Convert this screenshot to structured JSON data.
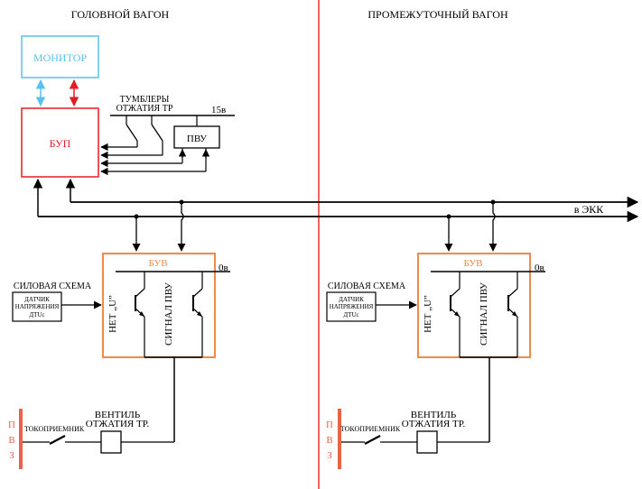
{
  "headers": {
    "lead": "ГОЛОВНОЙ ВАГОН",
    "middle": "ПРОМЕЖУТОЧНЫЙ ВАГОН"
  },
  "monitor": "МОНИТОР",
  "bup": "БУП",
  "switches_line1": "ТУМБЛЕРЫ",
  "switches_line2": "ОТЖАТИЯ ТР",
  "voltage_15": "15в",
  "pvu": "ПВУ",
  "ekk": "в ЭКК",
  "buv": "БУВ",
  "zero_v": "0в",
  "power_scheme": "СИЛОВАЯ СХЕМА",
  "sensor_line1": "ДАТЧИК",
  "sensor_line2": "НАПРЯЖЕНИЯ",
  "sensor_line3": "ДТUс",
  "no_u": "НЕТ „U”",
  "signal_pvu": "СИГНАЛ ПВУ",
  "valve_line1": "ВЕНТИЛЬ",
  "valve_line2": "ОТЖАТИЯ ТР.",
  "pantograph": "ТОКОПРИЕМНИК",
  "pvz": [
    "П",
    "В",
    "З"
  ],
  "colors": {
    "divider": "#e8322b",
    "monitor": "#5bc0eb",
    "bup": "#e31c23",
    "buv": "#f08a4b",
    "pvz": "#e8654a"
  }
}
